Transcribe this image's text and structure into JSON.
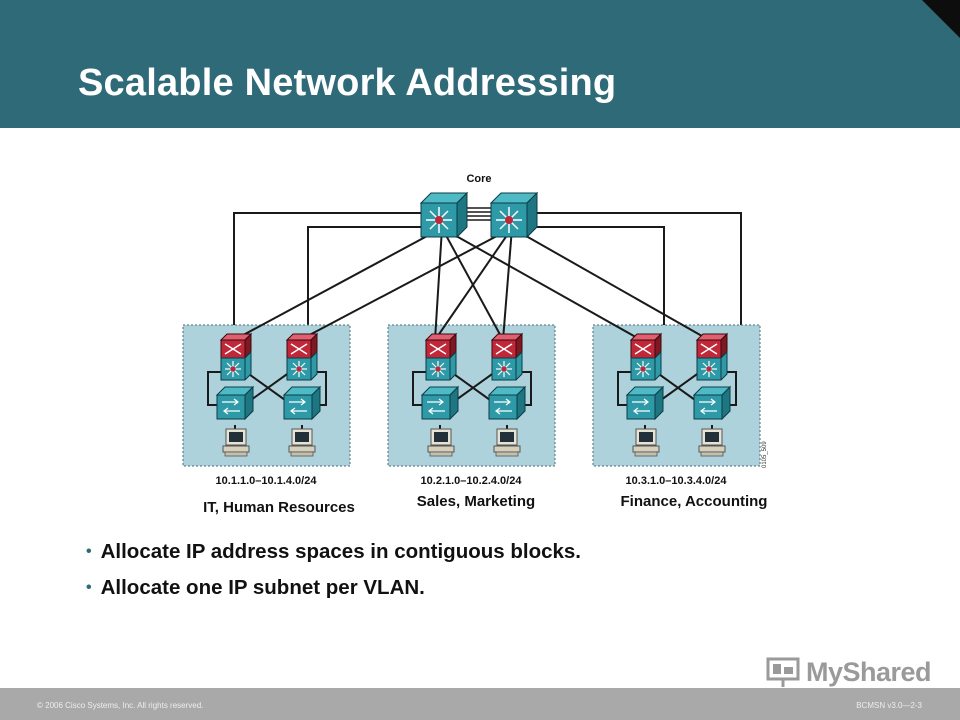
{
  "slide": {
    "title": "Scalable Network Addressing"
  },
  "diagram": {
    "core_label": "Core",
    "blocks": [
      {
        "range": "10.1.1.0–10.1.4.0/24",
        "department": "IT, Human Resources"
      },
      {
        "range": "10.2.1.0–10.2.4.0/24",
        "department": "Sales, Marketing"
      },
      {
        "range": "10.3.1.0–10.3.4.0/24",
        "department": "Finance, Accounting"
      }
    ],
    "figure_id": "0105_509"
  },
  "bullets": [
    "Allocate IP address spaces in contiguous blocks.",
    "Allocate one IP subnet per VLAN."
  ],
  "footer": {
    "copyright": "© 2006 Cisco Systems, Inc. All rights reserved.",
    "course_code": "BCMSN v3.0—2-3",
    "logo_text": "MyShared"
  },
  "colors": {
    "header": "#2f6a78",
    "block_fill": "#add2dc",
    "switch": "#2e9aa8",
    "router": "#c0283a"
  }
}
